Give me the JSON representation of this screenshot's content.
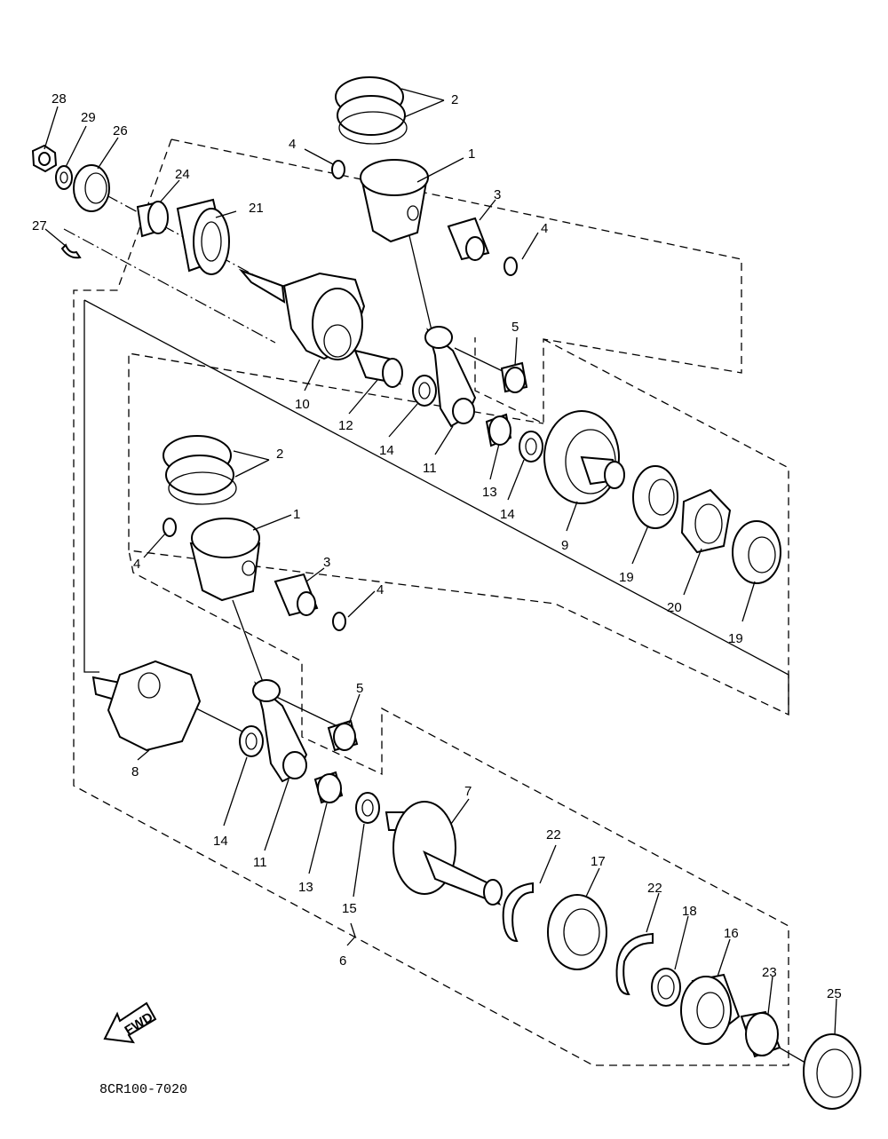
{
  "labels": {
    "l28": "28",
    "l29": "29",
    "l26": "26",
    "l27": "27",
    "l24": "24",
    "l21": "21",
    "l2a": "2",
    "l4a": "4",
    "l1a": "1",
    "l3a": "3",
    "l4b": "4",
    "l5a": "5",
    "l10": "10",
    "l12": "12",
    "l14a": "14",
    "l11a": "11",
    "l13a": "13",
    "l14b": "14",
    "l9": "9",
    "l19a": "19",
    "l20": "20",
    "l19b": "19",
    "l2b": "2",
    "l1b": "1",
    "l4c": "4",
    "l3b": "3",
    "l4d": "4",
    "l5b": "5",
    "l8": "8",
    "l14c": "14",
    "l11b": "11",
    "l13b": "13",
    "l15": "15",
    "l7": "7",
    "l6": "6",
    "l22a": "22",
    "l17": "17",
    "l22b": "22",
    "l18": "18",
    "l16": "16",
    "l23": "23",
    "l25": "25"
  },
  "fwd_label": "FWD",
  "drawing_code": "8CR100-7020"
}
